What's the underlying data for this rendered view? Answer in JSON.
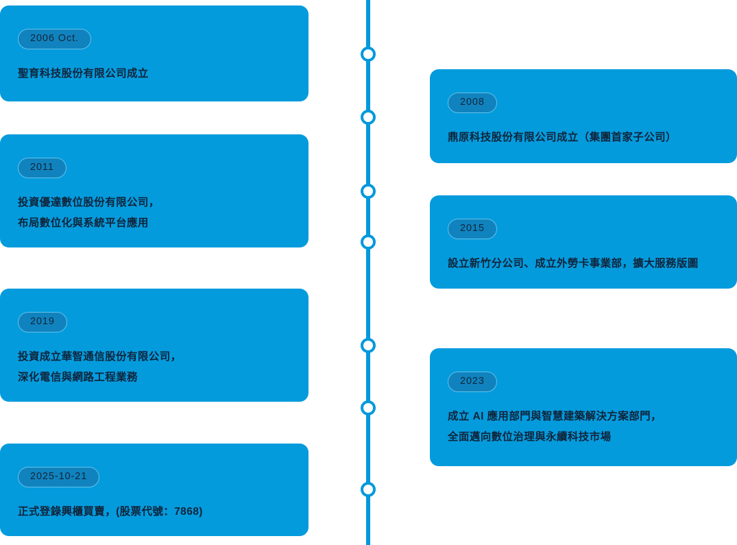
{
  "diagram": {
    "title": "Company Milestone Timeline",
    "colors": {
      "card_background": "#049BDD",
      "spine": "#0099DC",
      "node_ring": "#0099DC",
      "node_fill": "#FFFFFF",
      "badge_background": "#1083BF",
      "badge_border": "#63C2E8",
      "text": "#10243A",
      "page_background": "#FFFFFF"
    },
    "spine": {
      "node_count": 7
    },
    "events": [
      {
        "side": "left",
        "badge": "2006 Oct.",
        "description": "聖育科技股份有限公司成立"
      },
      {
        "side": "right",
        "badge": "2008",
        "description": "鼎原科技股份有限公司成立（集團首家子公司）"
      },
      {
        "side": "left",
        "badge": "2011",
        "description": "投資優達數位股份有限公司，\n布局數位化與系統平台應用"
      },
      {
        "side": "right",
        "badge": "2015",
        "description": "設立新竹分公司、成立外勞卡事業部，擴大服務版圖"
      },
      {
        "side": "left",
        "badge": "2019",
        "description": "投資成立華智通信股份有限公司，\n深化電信與網路工程業務"
      },
      {
        "side": "right",
        "badge": "2023",
        "description": "成立 AI 應用部門與智慧建築解決方案部門，\n全面邁向數位治理與永續科技市場"
      },
      {
        "side": "left",
        "badge": "2025-10-21",
        "description": "正式登錄興櫃買賣，(股票代號：7868)"
      }
    ]
  }
}
